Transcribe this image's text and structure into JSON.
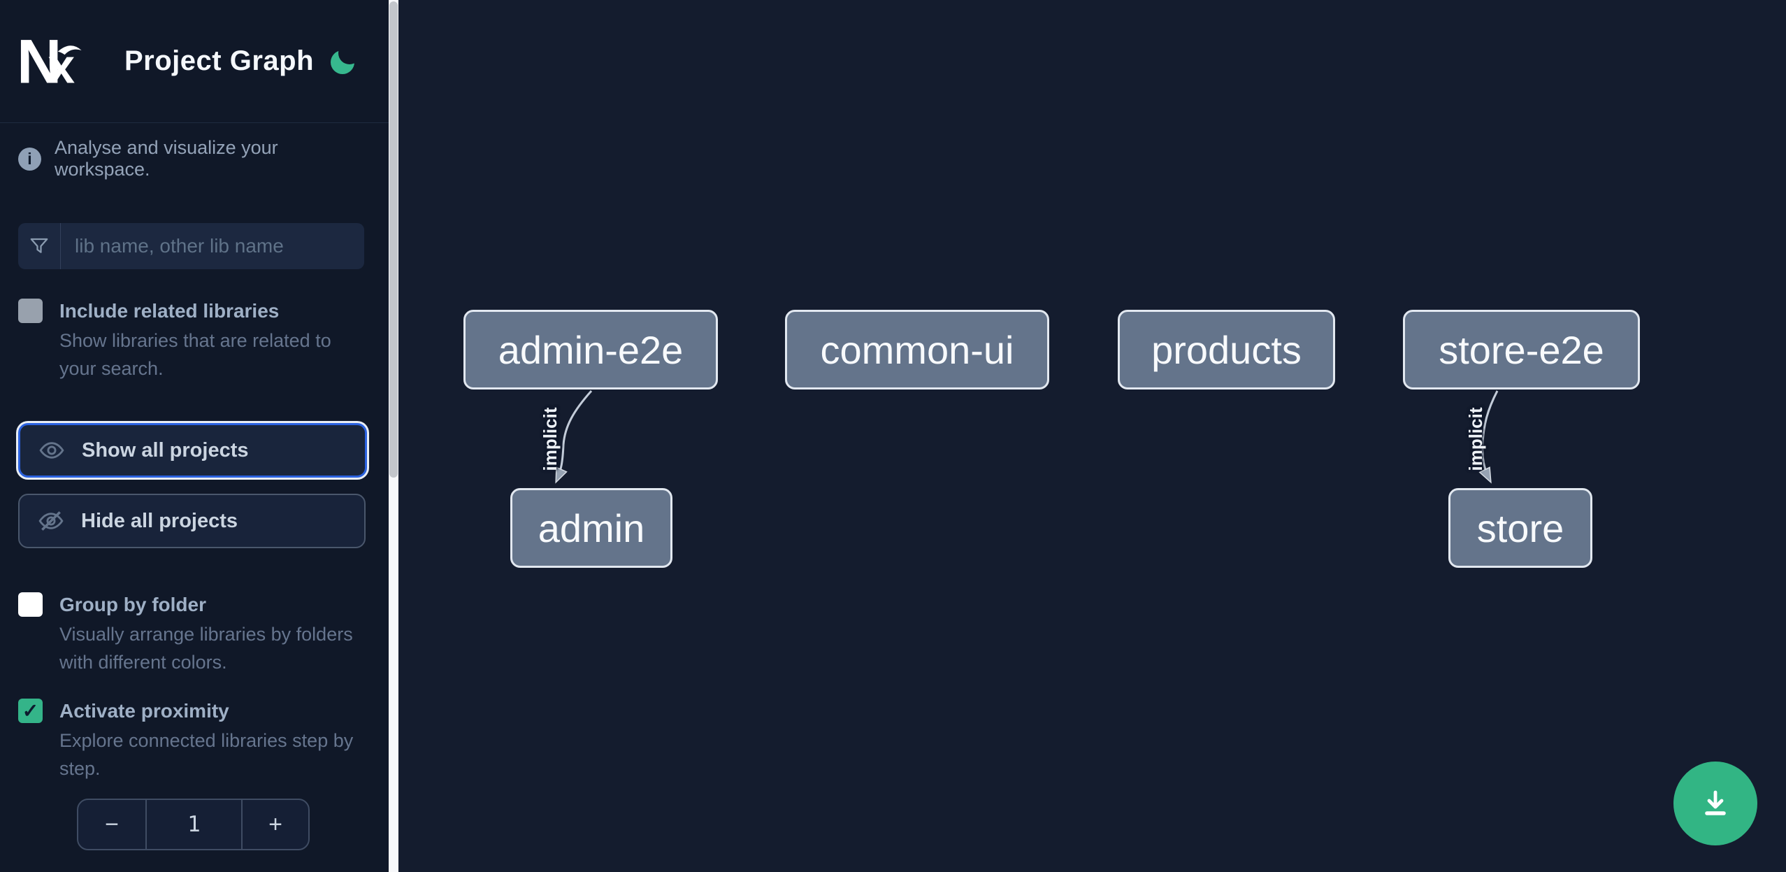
{
  "header": {
    "logo_text": "Nx",
    "title": "Project Graph"
  },
  "sidebar": {
    "tagline": "Analyse and visualize your workspace.",
    "search": {
      "placeholder": "lib name, other lib name",
      "value": ""
    },
    "include_related": {
      "label": "Include related libraries",
      "description": "Show libraries that are related to your search.",
      "checked": false,
      "disabled": true
    },
    "show_all": {
      "label": "Show all projects",
      "focused": true
    },
    "hide_all": {
      "label": "Hide all projects",
      "focused": false
    },
    "group_by_folder": {
      "label": "Group by folder",
      "description": "Visually arrange libraries by folders with different colors.",
      "checked": false
    },
    "activate_proximity": {
      "label": "Activate proximity",
      "description": "Explore connected libraries step by step.",
      "checked": true
    },
    "proximity_stepper": {
      "decrement_label": "−",
      "value": "1",
      "increment_label": "+"
    }
  },
  "graph": {
    "nodes": [
      {
        "label": "admin-e2e"
      },
      {
        "label": "common-ui"
      },
      {
        "label": "products"
      },
      {
        "label": "store-e2e"
      },
      {
        "label": "admin"
      },
      {
        "label": "store"
      }
    ],
    "edges": [
      {
        "source": "admin-e2e",
        "target": "admin",
        "label": "implicit"
      },
      {
        "source": "store-e2e",
        "target": "store",
        "label": "implicit"
      }
    ]
  },
  "fab": {
    "icon": "download-icon"
  },
  "colors": {
    "accent_green": "#34b489",
    "focus_blue": "#2b62e0",
    "node_fill": "#64748b",
    "node_border": "#e2e8f0",
    "sidebar_bg": "#101828",
    "canvas_bg": "#141c2e"
  }
}
